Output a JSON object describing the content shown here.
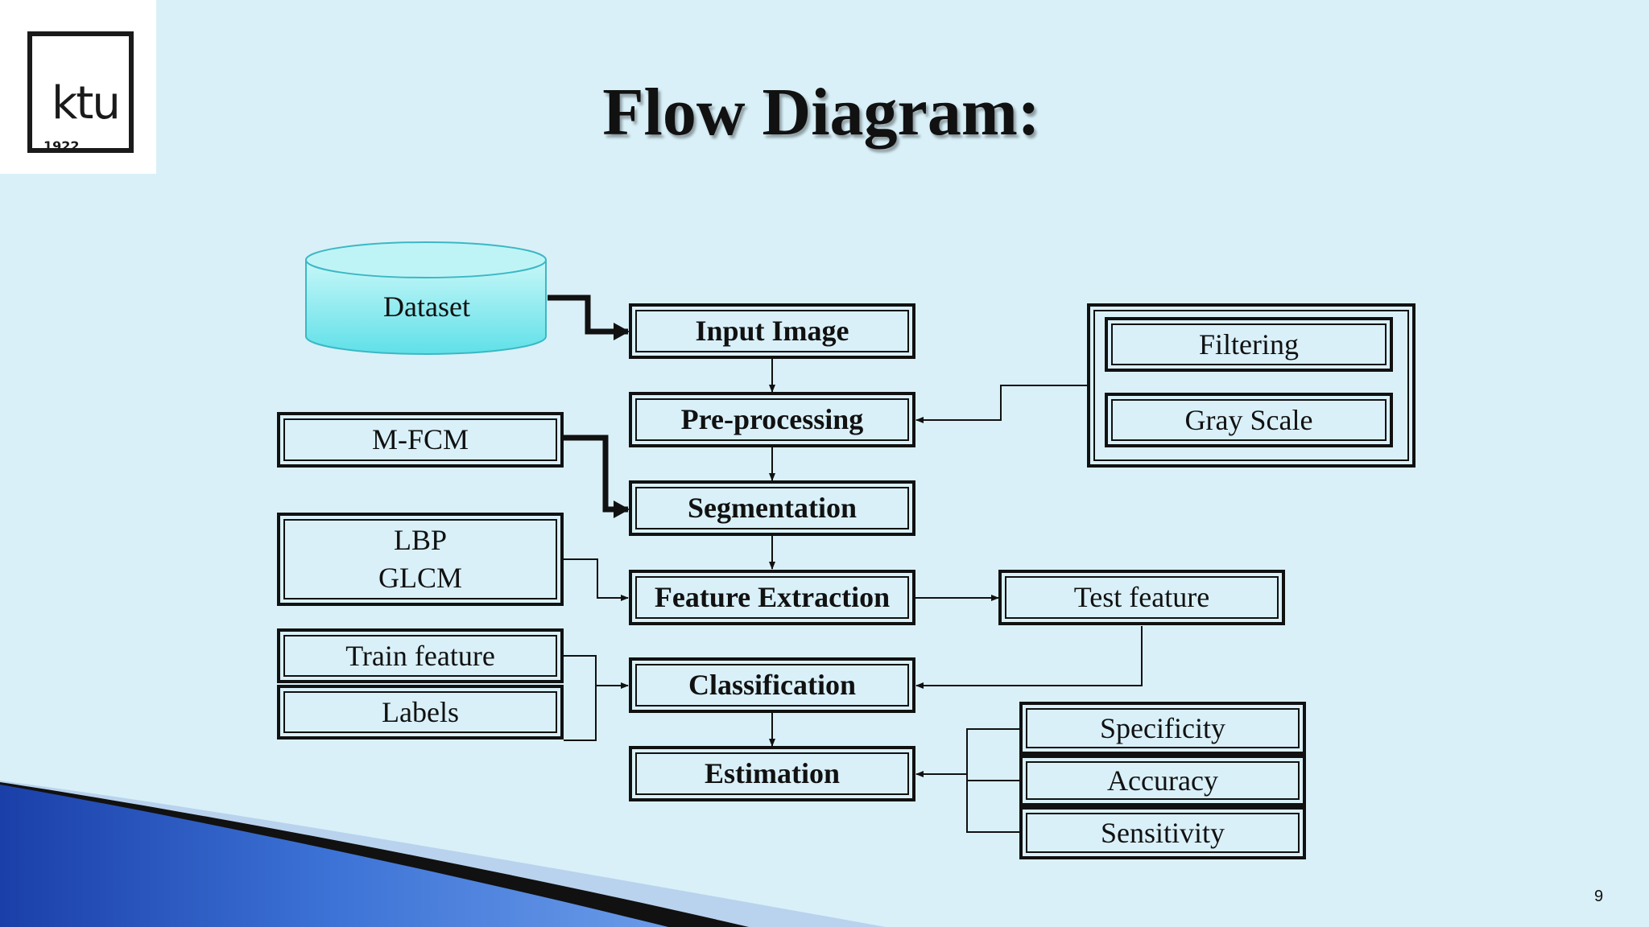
{
  "logo": {
    "text": "ktu",
    "year": "1922"
  },
  "title": "Flow Diagram:",
  "page_number": "9",
  "colors": {
    "background": "#d9f0f8",
    "cylinder": "#7fe8ee",
    "accent_blue": "#1f4fb3"
  },
  "dataset": "Dataset",
  "pipeline": {
    "input_image": "Input Image",
    "preprocessing": "Pre-processing",
    "segmentation": "Segmentation",
    "feature_extraction": "Feature Extraction",
    "classification": "Classification",
    "estimation": "Estimation"
  },
  "preprocessing_steps": {
    "filtering": "Filtering",
    "gray_scale": "Gray Scale"
  },
  "segmentation_method": "M-FCM",
  "feature_methods": {
    "lbp": "LBP",
    "glcm": "GLCM"
  },
  "training": {
    "train_feature": "Train feature",
    "labels": "Labels"
  },
  "test_feature": "Test feature",
  "metrics": {
    "specificity": "Specificity",
    "accuracy": "Accuracy",
    "sensitivity": "Sensitivity"
  }
}
